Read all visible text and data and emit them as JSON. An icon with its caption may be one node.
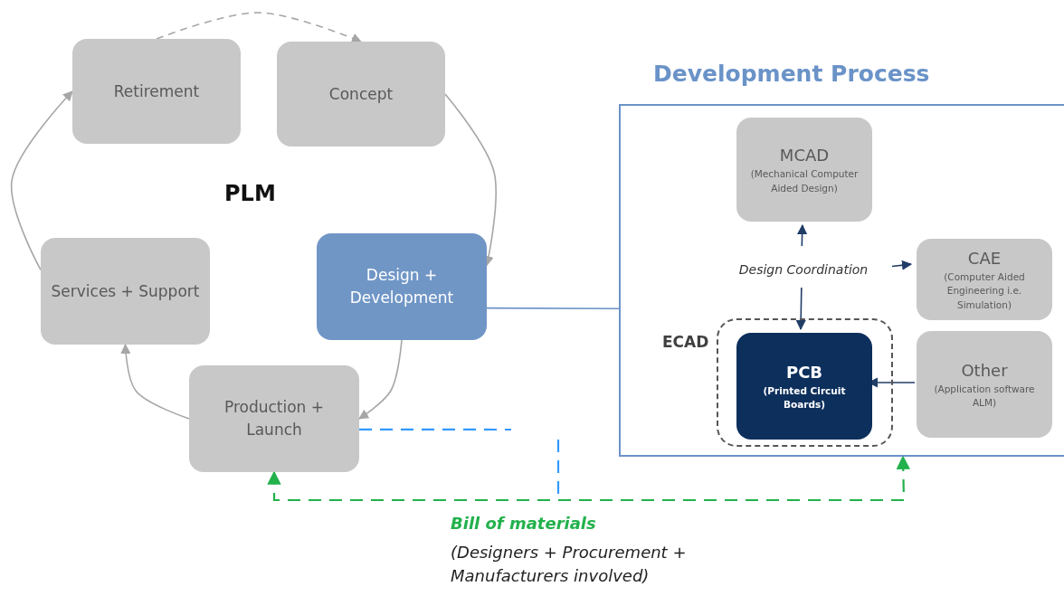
{
  "diagram": {
    "nodes": [
      {
        "text": [
          "Retirement"
        ]
      },
      {
        "text": [
          "Concept"
        ]
      },
      {
        "text": [
          "Design + Development"
        ]
      },
      {
        "text": [
          "Production + Launch"
        ]
      },
      {
        "text": [
          "Services + Support"
        ]
      },
      {
        "text": [
          "Development Process"
        ]
      },
      {
        "text": [
          "MCAD",
          "(Mechanical Computer Aided Design)"
        ],
        "in": 5
      },
      {
        "text": [
          "Design Coordination"
        ],
        "in": 5
      },
      {
        "text": [
          "CAE",
          "(Computer Aided Engineering i.e. Simulation)"
        ],
        "in": 5
      },
      {
        "text": [
          "ECAD"
        ],
        "in": 5
      },
      {
        "text": [
          "PCB",
          "(Printed Circuit Boards)"
        ],
        "in": 9
      },
      {
        "text": [
          "Other",
          "(Application software ALM)"
        ],
        "in": 5
      }
    ],
    "edges": [
      {
        "from": 0,
        "to": 1,
        "arrow": "to",
        "style": "dashed"
      },
      {
        "from": 1,
        "to": 2,
        "arrow": "to"
      },
      {
        "from": 2,
        "to": 3,
        "arrow": "to"
      },
      {
        "from": 3,
        "to": 4,
        "arrow": "to"
      },
      {
        "from": 4,
        "to": 0,
        "arrow": "to"
      },
      {
        "from": 2,
        "to": 5,
        "arrow": "none",
        "color": "#6a93c8"
      },
      {
        "from": 7,
        "to": 6,
        "arrow": "to",
        "color": "#1f3d66"
      },
      {
        "from": 7,
        "to": 8,
        "arrow": "to",
        "color": "#1f3d66"
      },
      {
        "from": 7,
        "to": 10,
        "arrow": "to",
        "color": "#1f3d66"
      },
      {
        "from": 11,
        "to": 10,
        "arrow": "to",
        "color": "#1f3d66"
      },
      {
        "from": 3,
        "to": null,
        "arrow": "none",
        "style": "dashed",
        "color": "#3399ff"
      },
      {
        "from": 3,
        "to": 5,
        "arrow": "both",
        "style": "dashed",
        "color": "#22b14c",
        "label": "Bill of materials"
      }
    ],
    "labels": [
      "PLM",
      "(Designers + Procurement + Manufacturers involved)"
    ]
  }
}
